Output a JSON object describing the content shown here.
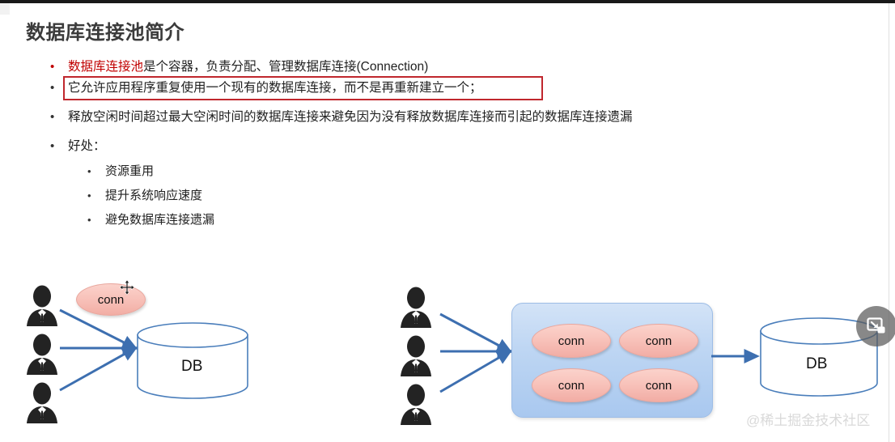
{
  "slide": {
    "title": "数据库连接池简介",
    "bullets": [
      {
        "marker": "•",
        "marker_color": "#c00000",
        "highlight": "数据库连接池",
        "rest": "是个容器，负责分配、管理数据库连接(Connection)"
      },
      {
        "marker": "•",
        "marker_color": "#333333",
        "highlight": "",
        "rest": "它允许应用程序重复使用一个现有的数据库连接，而不是再重新建立一个；"
      },
      {
        "marker": "•",
        "marker_color": "#333333",
        "highlight": "",
        "rest": "释放空闲时间超过最大空闲时间的数据库连接来避免因为没有释放数据库连接而引起的数据库连接遗漏"
      },
      {
        "marker": "•",
        "marker_color": "#333333",
        "highlight": "",
        "rest": "好处："
      }
    ],
    "sub_bullets": [
      {
        "marker": "•",
        "text": "资源重用"
      },
      {
        "marker": "•",
        "text": "提升系统响应速度"
      },
      {
        "marker": "•",
        "text": "避免数据库连接遗漏"
      }
    ],
    "emphasis_box_color": "#c0272d"
  },
  "diagram_left": {
    "caption": "",
    "person_count": 3,
    "floating_conn_label": "conn",
    "db_label": "DB",
    "arrow_color": "#3d6fb0"
  },
  "diagram_right": {
    "person_count": 3,
    "pool_conn_labels": [
      "conn",
      "conn",
      "conn",
      "conn"
    ],
    "db_label": "DB",
    "arrow_color": "#3d6fb0",
    "pool_fill": "#bed6f3"
  },
  "overlay": {
    "watermark": "@稀土掘金技术社区",
    "pip_button_title": "picture-in-picture"
  }
}
